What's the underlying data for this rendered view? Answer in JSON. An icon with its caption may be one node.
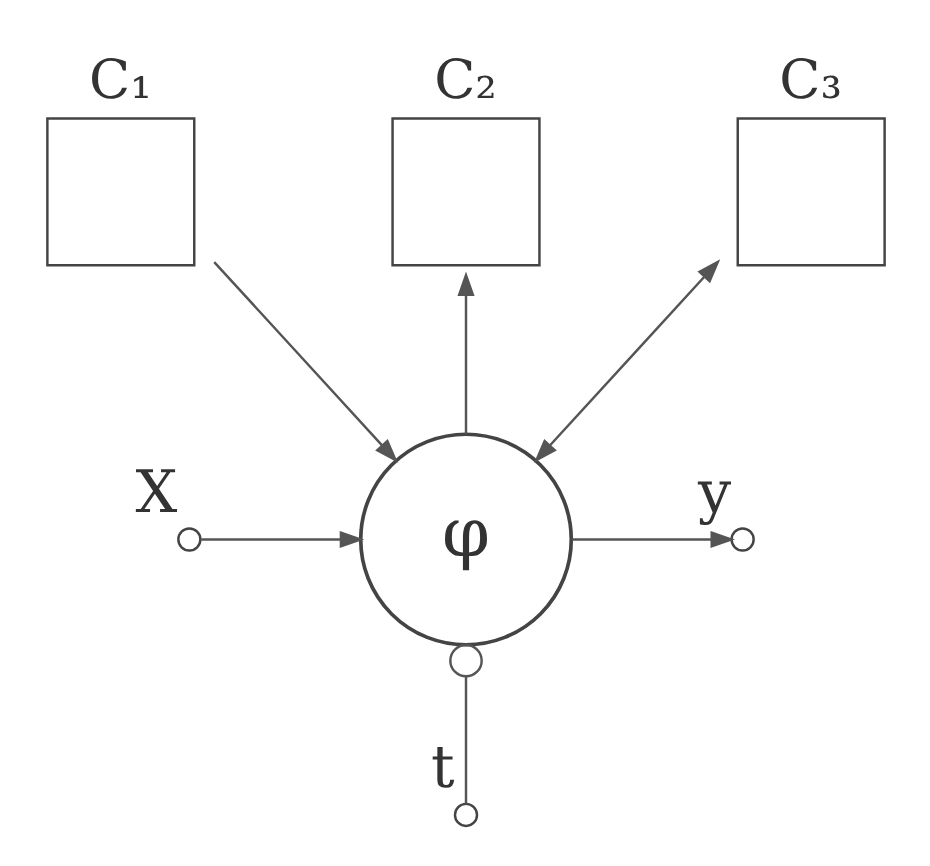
{
  "diagram": {
    "nodes": [
      {
        "text": [
          "C₁"
        ]
      },
      {
        "text": [
          "C₂"
        ]
      },
      {
        "text": [
          "C₃"
        ]
      },
      {
        "text": [],
        "shape": "circle",
        "beside": [
          "X"
        ]
      },
      {
        "text": [
          "φ"
        ]
      },
      {
        "text": [],
        "shape": "circle",
        "beside": [
          "y"
        ]
      },
      {
        "text": [],
        "shape": "circle",
        "beside": [
          "t"
        ]
      }
    ],
    "edges": [
      {
        "from": 0,
        "to": 4,
        "arrow": "to"
      },
      {
        "from": 4,
        "to": 1,
        "arrow": "to"
      },
      {
        "from": 2,
        "to": 4,
        "arrow": "both"
      },
      {
        "from": 3,
        "to": 4,
        "arrow": "to"
      },
      {
        "from": 4,
        "to": 5,
        "arrow": "to"
      },
      {
        "from": 6,
        "to": 4,
        "arrow": "other"
      }
    ]
  }
}
